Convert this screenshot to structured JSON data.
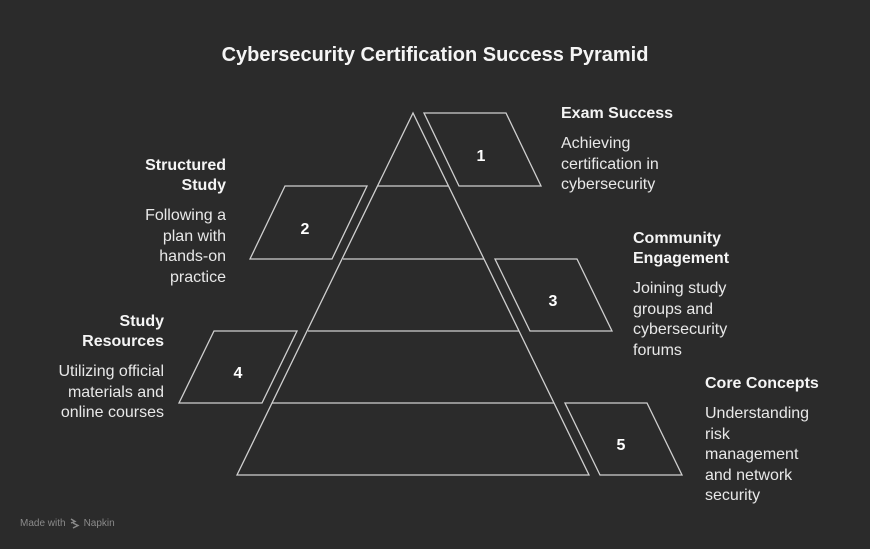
{
  "title": "Cybersecurity Certification Success Pyramid",
  "tiers": [
    {
      "number": "1",
      "heading": "Exam Success",
      "description": "Achieving certification in cybersecurity"
    },
    {
      "number": "2",
      "heading": "Structured Study",
      "description": "Following a plan with hands-on practice"
    },
    {
      "number": "3",
      "heading": "Community Engagement",
      "description": "Joining study groups and cybersecurity forums"
    },
    {
      "number": "4",
      "heading": "Study Resources",
      "description": "Utilizing official materials and online courses"
    },
    {
      "number": "5",
      "heading": "Core Concepts",
      "description": "Understanding risk management and network security"
    }
  ],
  "footer": {
    "made_with": "Made with",
    "brand": "Napkin"
  },
  "colors": {
    "background": "#2b2b2b",
    "stroke": "#cfcfcf",
    "text": "#f5f5f5"
  }
}
